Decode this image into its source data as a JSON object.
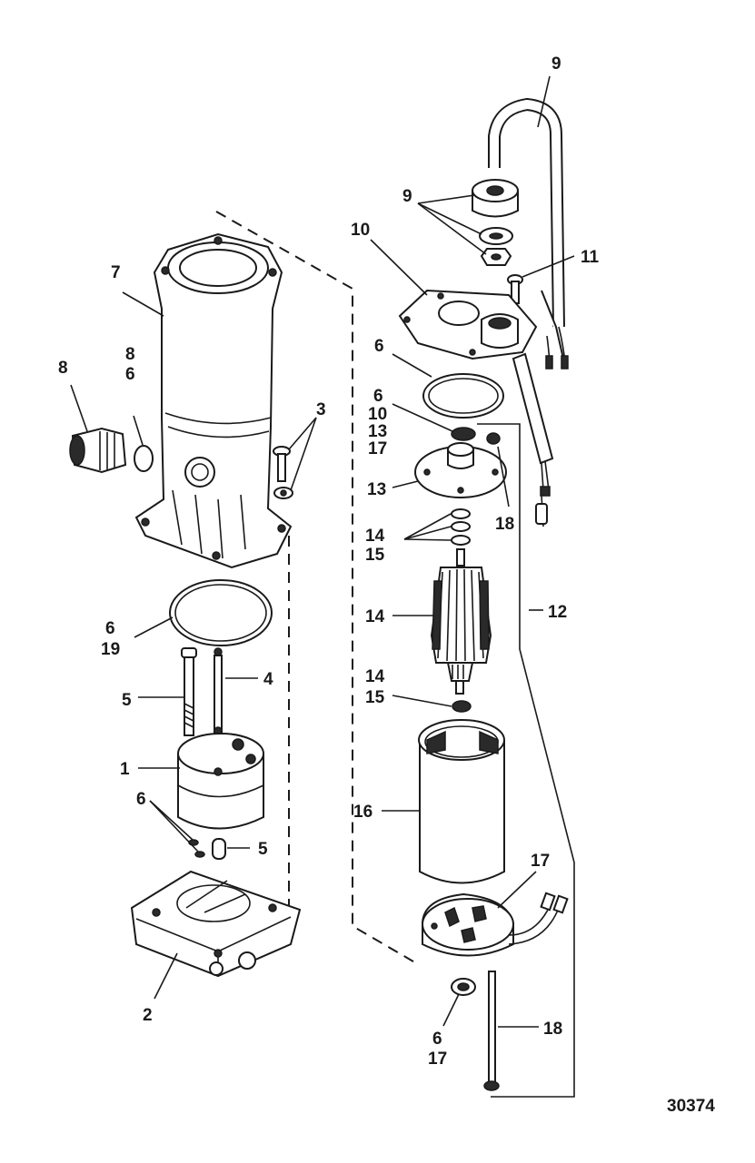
{
  "figure_id": "30374",
  "labels": {
    "l1": "1",
    "l2": "2",
    "l3": "3",
    "l4": "4",
    "l5a": "5",
    "l5b": "5",
    "l6a": "6",
    "l6b": "6",
    "l6c": "6",
    "l6d": "6",
    "l6e": "6",
    "l6f": "6",
    "l7": "7",
    "l8a": "8",
    "l8b": "8",
    "l9a": "9",
    "l9b": "9",
    "l10a": "10",
    "l10b": "10",
    "l11": "11",
    "l12": "12",
    "l13a": "13",
    "l13b": "13",
    "l14a": "14",
    "l14b": "14",
    "l14c": "14",
    "l15a": "15",
    "l15b": "15",
    "l16": "16",
    "l17a": "17",
    "l17b": "17",
    "l17c": "17",
    "l18a": "18",
    "l18b": "18",
    "l19": "19"
  }
}
